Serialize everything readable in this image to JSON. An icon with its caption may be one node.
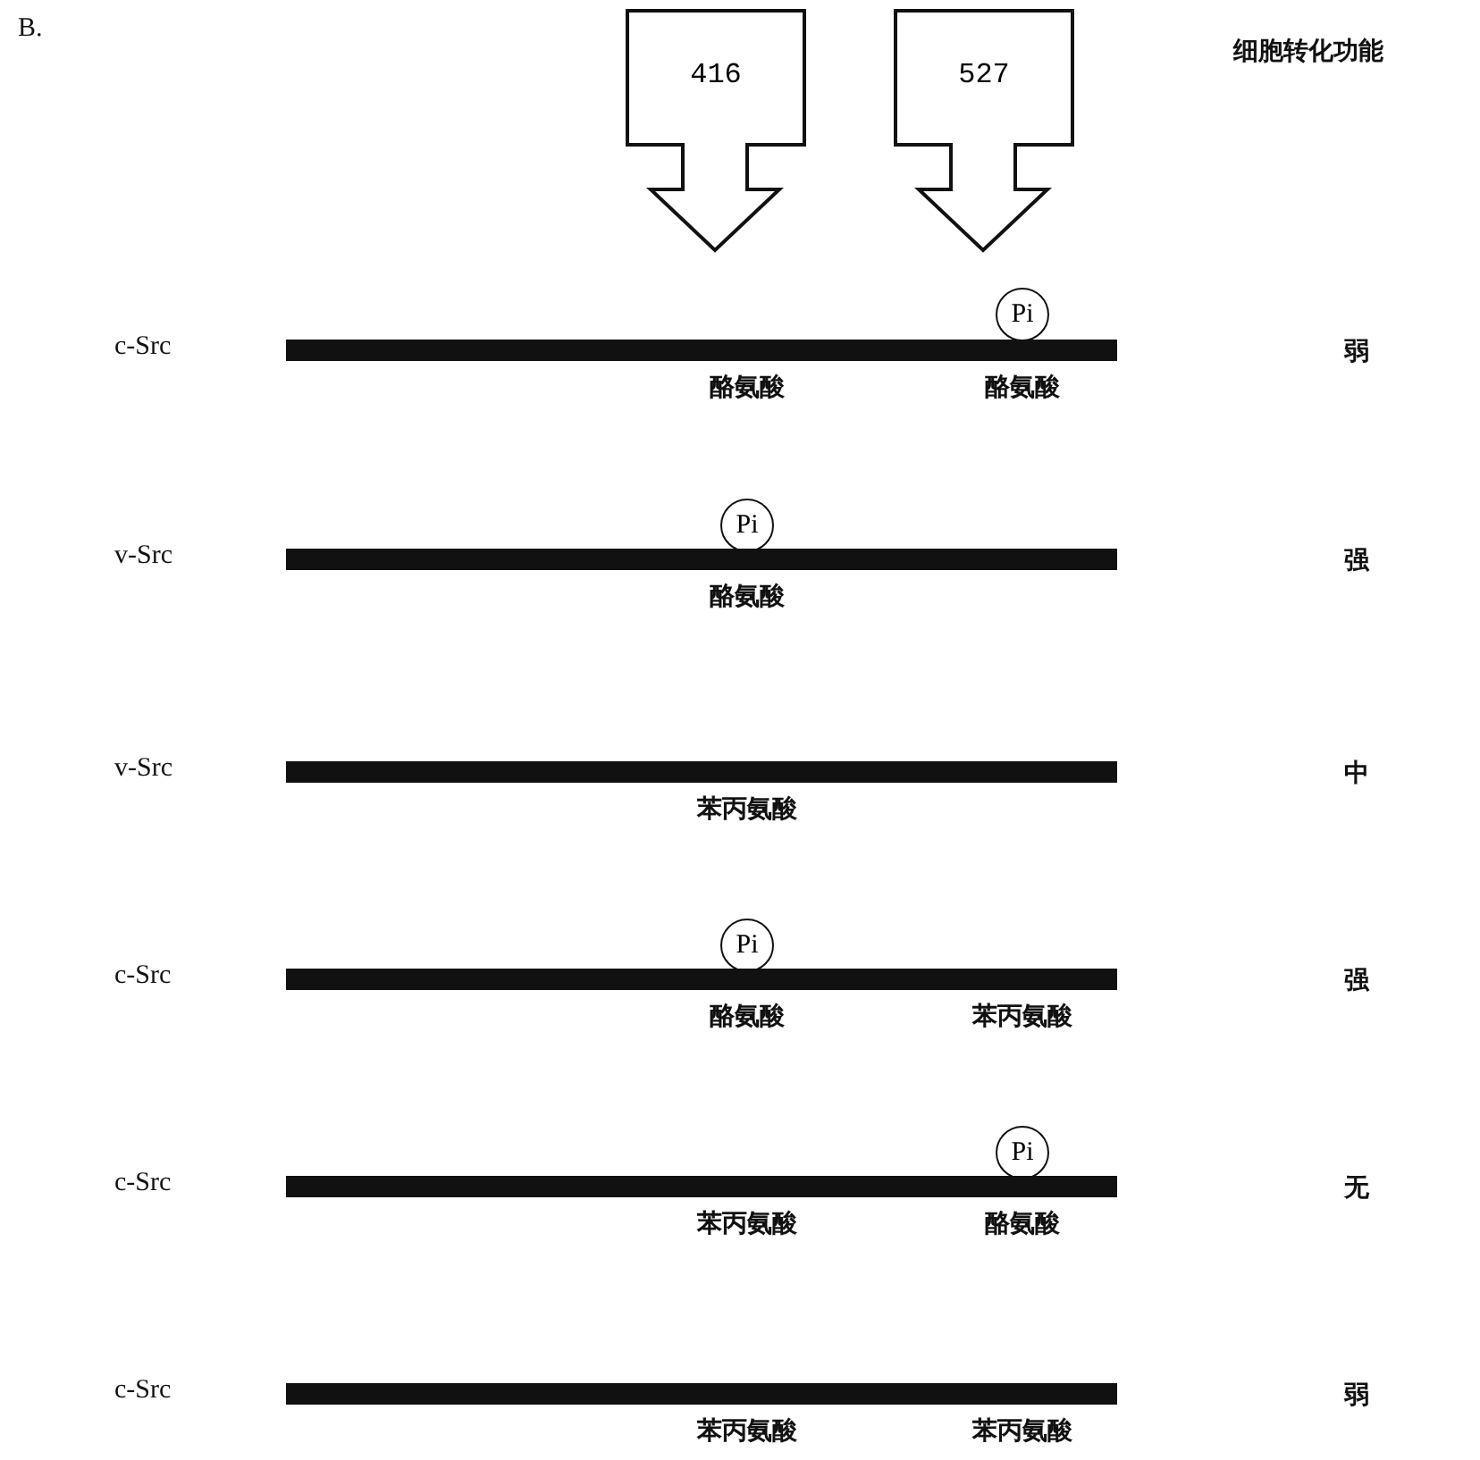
{
  "diagram": {
    "nodes": [
      {
        "text": [
          "416"
        ]
      },
      {
        "text": [
          "527"
        ]
      },
      {
        "text": [
          "Pi"
        ]
      },
      {
        "text": [],
        "shape": "bar",
        "beside": [
          "酪氨酸",
          "酪氨酸"
        ]
      },
      {
        "text": [
          "Pi"
        ]
      },
      {
        "text": [],
        "shape": "bar",
        "beside": [
          "酪氨酸"
        ]
      },
      {
        "text": [],
        "shape": "bar",
        "beside": [
          "苯丙氨酸"
        ]
      },
      {
        "text": [
          "Pi"
        ]
      },
      {
        "text": [],
        "shape": "bar",
        "beside": [
          "酪氨酸",
          "苯丙氨酸"
        ]
      },
      {
        "text": [
          "Pi"
        ]
      },
      {
        "text": [],
        "shape": "bar",
        "beside": [
          "苯丙氨酸",
          "酪氨酸"
        ]
      },
      {
        "text": [],
        "shape": "bar",
        "beside": [
          "苯丙氨酸",
          "苯丙氨酸"
        ]
      }
    ],
    "labels": [
      "B.",
      "细胞转化功能",
      "c-Src",
      "弱",
      "v-Src",
      "强",
      "v-Src",
      "中",
      "c-Src",
      "强",
      "c-Src",
      "无",
      "c-Src",
      "弱"
    ]
  }
}
